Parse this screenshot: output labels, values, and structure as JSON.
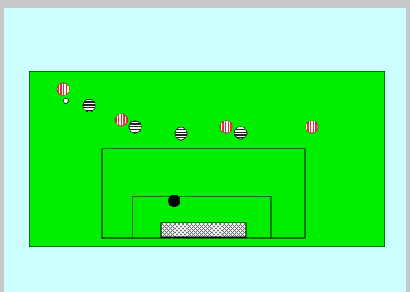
{
  "colors": {
    "frame": "#c8c8c8",
    "background": "#ccffff",
    "pitch": "#00ee00",
    "lines": "#000000",
    "team_a_fill": "#ffffff",
    "team_a_stripe": "#e8303a",
    "team_b_fill": "#ffffff",
    "team_b_stripe": "#222222",
    "ball": "#000000",
    "goal_net": "#ffffff"
  },
  "scene": {
    "team_a_players": [
      "attacker-1",
      "attacker-2",
      "attacker-3",
      "attacker-4"
    ],
    "team_b_players": [
      "defender-1",
      "defender-2",
      "defender-3",
      "defender-4"
    ],
    "ball": "ball"
  }
}
